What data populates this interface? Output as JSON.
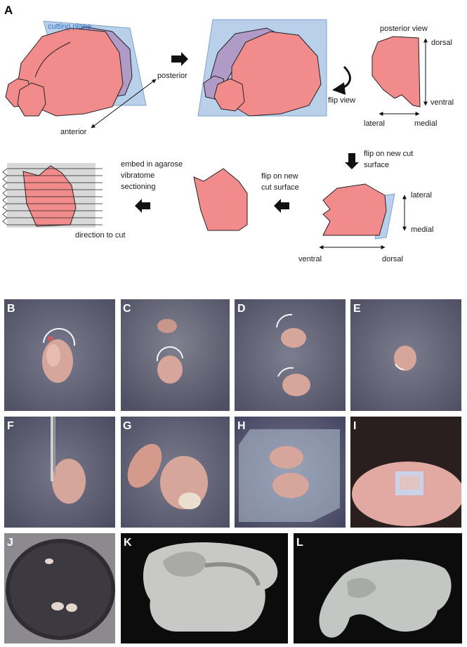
{
  "panel_a": {
    "letter": "A",
    "cutting_plane": "cutting plane",
    "posterior": "posterior",
    "anterior": "anterior",
    "flip_view": "flip view",
    "posterior_view": "posterior view",
    "dorsal": "dorsal",
    "ventral": "ventral",
    "lateral": "lateral",
    "medial": "medial",
    "flip_new_cut_line1": "flip on new cut",
    "flip_new_cut_line2": "surface",
    "flip_new_cut2_line1": "flip on new",
    "flip_new_cut2_line2": "cut surface",
    "embed_line1": "embed  in agarose",
    "embed_line2": "vibratome",
    "embed_line3": "sectioning",
    "direction_to_cut": "direction to cut",
    "lateral_2": "lateral",
    "medial_2": "medial",
    "ventral_2": "ventral",
    "dorsal_2": "dorsal"
  },
  "photo_panels": {
    "b": "B",
    "c": "C",
    "d": "D",
    "e": "E",
    "f": "F",
    "g": "G",
    "h": "H",
    "i": "I",
    "j": "J",
    "k": "K",
    "l": "L"
  },
  "colors": {
    "brain_pink": "#f28b8b",
    "plane_blue": "#a9c6e6",
    "cerebellum_purple": "#a993bf",
    "photo_bg": "#5f6075"
  }
}
